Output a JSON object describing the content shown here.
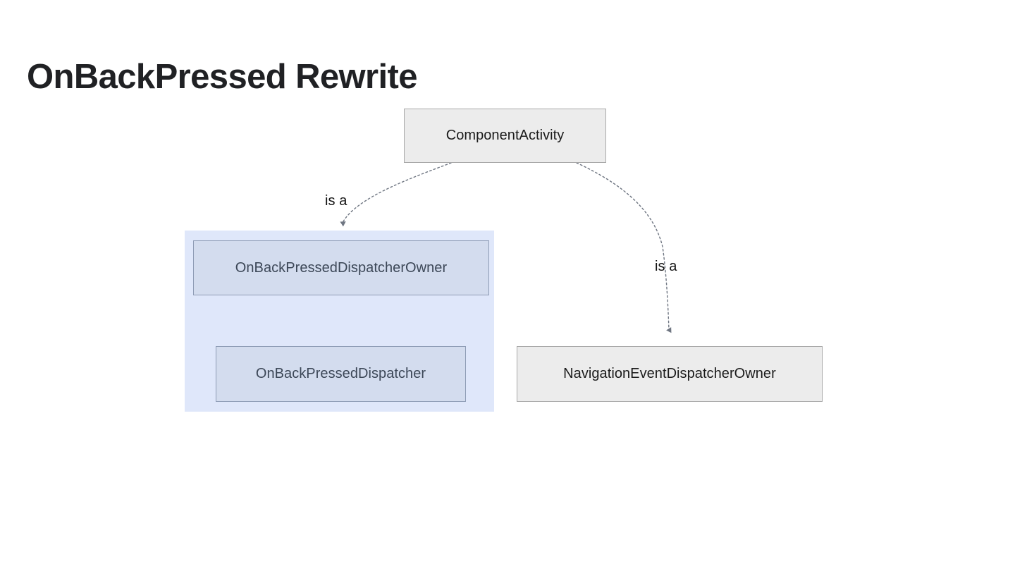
{
  "slide": {
    "title": "OnBackPressed Rewrite",
    "background_color": "#ffffff"
  },
  "palette": {
    "title_color": "#202124",
    "group_fill": "#dfe7fa",
    "gray_node_fill": "#ececec",
    "gray_node_border": "#a8a8a8",
    "gray_node_text": "#1b1b1b",
    "blue_node_fill": "#d3dcee",
    "blue_node_border": "#8e9cb5",
    "blue_node_text": "#3c4757",
    "edge_color": "#6f7682",
    "edge_label_color": "#131313"
  },
  "diagram": {
    "type": "class-hierarchy",
    "nodes": [
      {
        "id": "component-activity",
        "label": "ComponentActivity",
        "style": "gray"
      },
      {
        "id": "onbackpressed-dispatcher-owner",
        "label": "OnBackPressedDispatcherOwner",
        "style": "blue",
        "group": "dispatcher-group"
      },
      {
        "id": "onbackpressed-dispatcher",
        "label": "OnBackPressedDispatcher",
        "style": "blue",
        "group": "dispatcher-group"
      },
      {
        "id": "navigation-event-dispatcher-owner",
        "label": "NavigationEventDispatcherOwner",
        "style": "gray"
      }
    ],
    "groups": [
      {
        "id": "dispatcher-group",
        "label": "",
        "members": [
          "onbackpressed-dispatcher-owner",
          "onbackpressed-dispatcher"
        ]
      }
    ],
    "edges": [
      {
        "id": "edge-left",
        "from": "component-activity",
        "to": "onbackpressed-dispatcher-owner",
        "label": "is a",
        "style": "dotted",
        "arrow": "triangle"
      },
      {
        "id": "edge-right",
        "from": "component-activity",
        "to": "navigation-event-dispatcher-owner",
        "label": "is a",
        "style": "dotted",
        "arrow": "triangle"
      },
      {
        "id": "edge-owner-to-dispatcher",
        "from": "onbackpressed-dispatcher-owner",
        "to": "onbackpressed-dispatcher",
        "label": "",
        "style": "solid",
        "arrow": "triangle"
      }
    ]
  }
}
